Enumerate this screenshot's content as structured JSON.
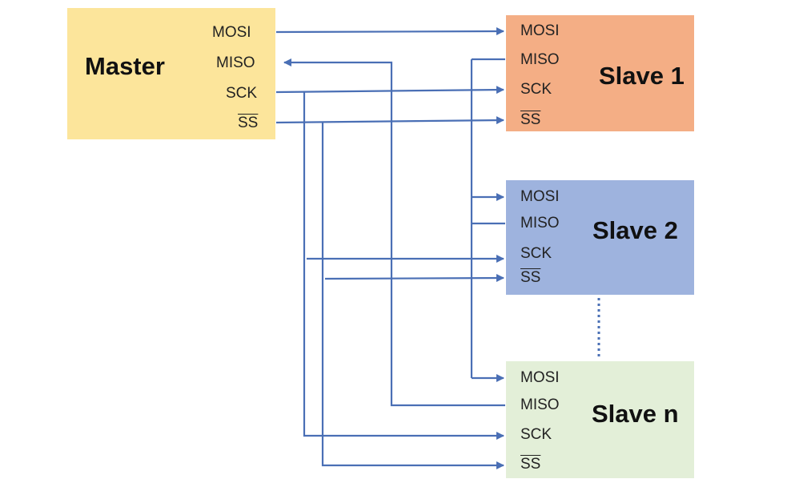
{
  "master": {
    "title": "Master",
    "pins": {
      "mosi": "MOSI",
      "miso": "MISO",
      "sck": "SCK",
      "ss": "SS"
    },
    "color": "#fce59b"
  },
  "slave1": {
    "title": "Slave 1",
    "pins": {
      "mosi": "MOSI",
      "miso": "MISO",
      "sck": "SCK",
      "ss": "SS"
    },
    "color": "#f4ae85"
  },
  "slave2": {
    "title": "Slave 2",
    "pins": {
      "mosi": "MOSI",
      "miso": "MISO",
      "sck": "SCK",
      "ss": "SS"
    },
    "color": "#9eb3de"
  },
  "slaven": {
    "title": "Slave n",
    "pins": {
      "mosi": "MOSI",
      "miso": "MISO",
      "sck": "SCK",
      "ss": "SS"
    },
    "color": "#e3efd8"
  },
  "colors": {
    "wire": "#4a6fb5",
    "ellipsis": "#4a6fb5"
  }
}
